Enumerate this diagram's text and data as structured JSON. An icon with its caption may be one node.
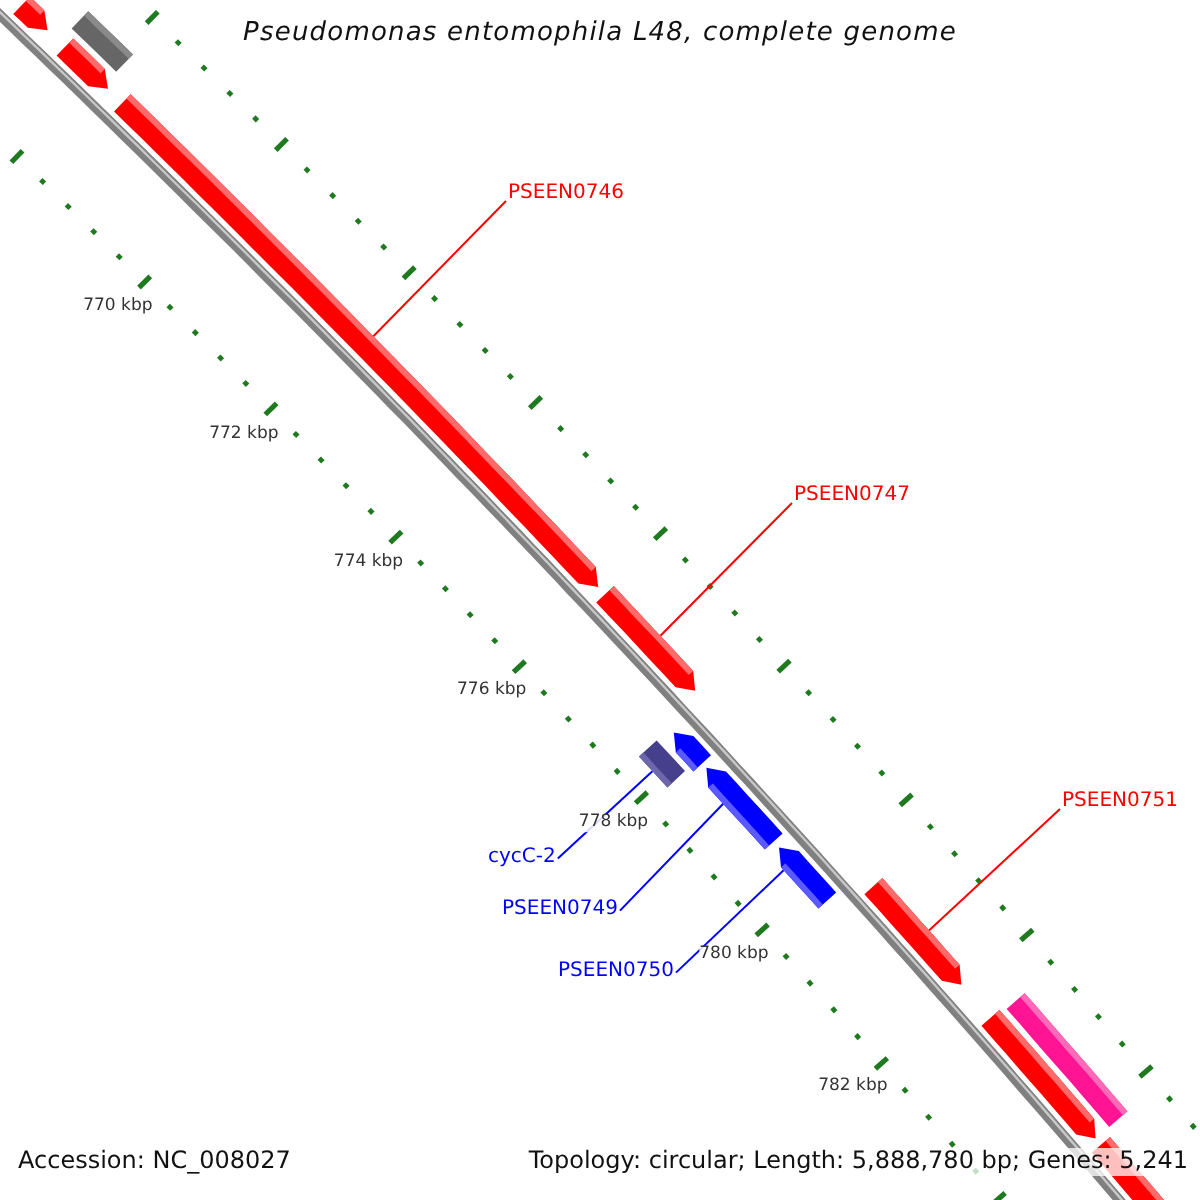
{
  "diagram": {
    "title": "Pseudomonas entomophila L48, complete genome",
    "nodes": [
      {
        "text": [
          "PSEEN0746"
        ]
      },
      {
        "text": [],
        "shape": "arrow"
      },
      {
        "text": [
          "PSEEN0747"
        ]
      },
      {
        "text": [],
        "shape": "arrow"
      },
      {
        "text": [],
        "shape": "box"
      },
      {
        "text": [],
        "shape": "arrow"
      },
      {
        "text": [],
        "shape": "arrow"
      },
      {
        "text": [
          "PSEEN0751"
        ]
      },
      {
        "text": [],
        "shape": "arrow"
      },
      {
        "text": [
          "cycC-2"
        ]
      },
      {
        "text": [
          "PSEEN0749"
        ]
      },
      {
        "text": [
          "PSEEN0750"
        ]
      }
    ],
    "edges": [
      {
        "from": 0,
        "to": 1,
        "arrow": "none",
        "color": "#ff0000"
      },
      {
        "from": 2,
        "to": 3,
        "arrow": "none",
        "color": "#ff0000"
      },
      {
        "from": 9,
        "to": 4,
        "arrow": "none",
        "color": "#0000ff"
      },
      {
        "from": 10,
        "to": 5,
        "arrow": "none",
        "color": "#0000ff"
      },
      {
        "from": 11,
        "to": 6,
        "arrow": "none",
        "color": "#0000ff"
      },
      {
        "from": 7,
        "to": 8,
        "arrow": "none",
        "color": "#ff0000"
      }
    ],
    "labels": [
      "770 kbp",
      "772 kbp",
      "774 kbp",
      "776 kbp",
      "778 kbp",
      "780 kbp",
      "782 kbp",
      "Accession: NC_008027",
      "Topology: circular; Length: 5,888,780 bp; Genes: 5,241"
    ]
  }
}
